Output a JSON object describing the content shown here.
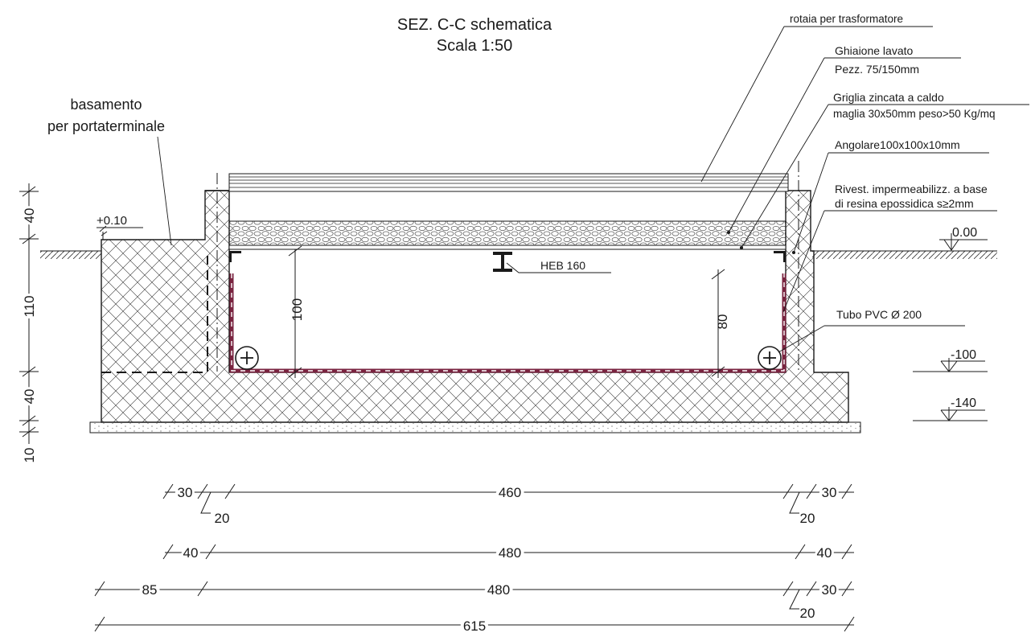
{
  "title": {
    "line1": "SEZ. C-C schematica",
    "line2": "Scala 1:50"
  },
  "labels": {
    "basamento_line1": "basamento",
    "basamento_line2": "per portaterminale",
    "rotaia": "rotaia per trasformatore",
    "ghiaione_line1": "Ghiaione lavato",
    "ghiaione_line2": "Pezz. 75/150mm",
    "griglia_line1": "Griglia zincata a caldo",
    "griglia_line2": "maglia 30x50mm peso>50 Kg/mq",
    "angolare": "Angolare100x100x10mm",
    "rivest_line1": "Rivest. impermeabilizz. a base",
    "rivest_line2": "di resina epossidica s≥2mm",
    "heb": "HEB 160",
    "tubo": "Tubo PVC Ø 200"
  },
  "levels": {
    "top_left": "+0.10",
    "ground": "0.00",
    "minus100": "-100",
    "minus140": "-140"
  },
  "vertical_dims": {
    "d40_top": "40",
    "d110": "110",
    "d40_bottom": "40",
    "d10": "10",
    "inner_100": "100",
    "inner_80": "80"
  },
  "horizontal_dims": {
    "row1": [
      "30",
      "20",
      "460",
      "30",
      "20"
    ],
    "row2": [
      "40",
      "480",
      "40"
    ],
    "row3": [
      "85",
      "480",
      "30",
      "20"
    ],
    "row4": [
      "615"
    ]
  },
  "colors": {
    "line": "#1a1a1a",
    "lining": "#7a2440",
    "hatch": "#333333"
  }
}
